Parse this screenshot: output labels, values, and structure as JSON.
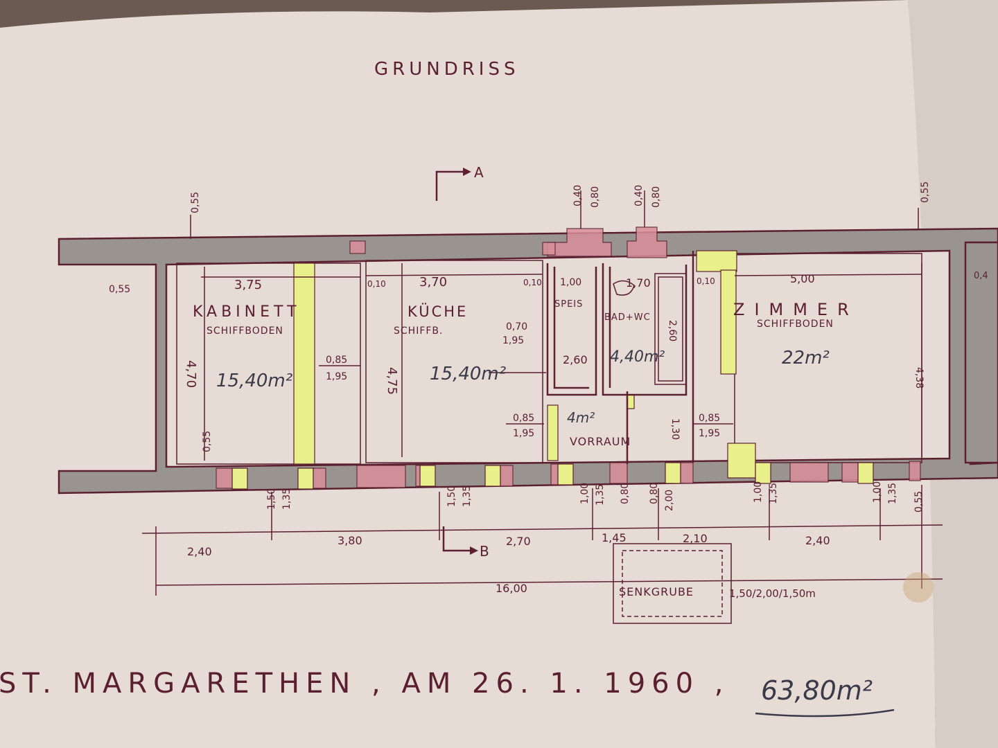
{
  "plan": {
    "title": "GRUNDRISS",
    "section_a": "A",
    "section_b": "B",
    "rooms": {
      "kabinett": {
        "name": "KABINETT",
        "floor": "SCHIFFBODEN",
        "area": "15,40m²",
        "width": "3,75",
        "depth": "4,70"
      },
      "kueche": {
        "name": "KÜCHE",
        "floor": "SCHIFFB.",
        "area": "15,40m²",
        "width": "3,70",
        "depth": "4,75"
      },
      "speis": {
        "name": "SPEIS",
        "width": "1,00"
      },
      "bad": {
        "name": "BAD+WC",
        "area": "4,40m²",
        "width": "1,70",
        "depth": "2,60"
      },
      "vorraum": {
        "name": "VORRAUM",
        "area": "4m²"
      },
      "zimmer": {
        "name": "ZIMMER",
        "floor": "SCHIFFBODEN",
        "area": "22m²",
        "width": "5,00",
        "depth": "4,38"
      }
    },
    "senkgrube": {
      "name": "SENKGRUBE",
      "size": "1,50/2,00/1,50m"
    },
    "dims": {
      "wall_055": "0,55",
      "wall_010": "0,10",
      "wall_040": "0,40",
      "wall_080": "0,80",
      "wall_041": "0,4",
      "door_085": "0,85",
      "door_195": "1,95",
      "door_070": "0,70",
      "win_150": "1,50",
      "win_135": "1,35",
      "win_100": "1,00",
      "win_080": "0,80",
      "win_200": "2,00",
      "seg_240": "2,40",
      "seg_380": "3,80",
      "seg_270": "2,70",
      "seg_145": "1,45",
      "seg_210": "2,10",
      "seg_240b": "2,40",
      "total": "16,00",
      "bad_depth2": "2,60",
      "vor_1": "1,30"
    },
    "footer": {
      "place_date": "ST. MARGARETHEN , AM 26. 1. 1960 ,",
      "total_area": "63,80m²"
    },
    "colors": {
      "paper": "#e7dbd6",
      "ink": "#5a2030",
      "wall_grey": "#9a9490",
      "door_yellow": "#e9ef8a",
      "chimney_pink": "#d98f9a"
    }
  }
}
